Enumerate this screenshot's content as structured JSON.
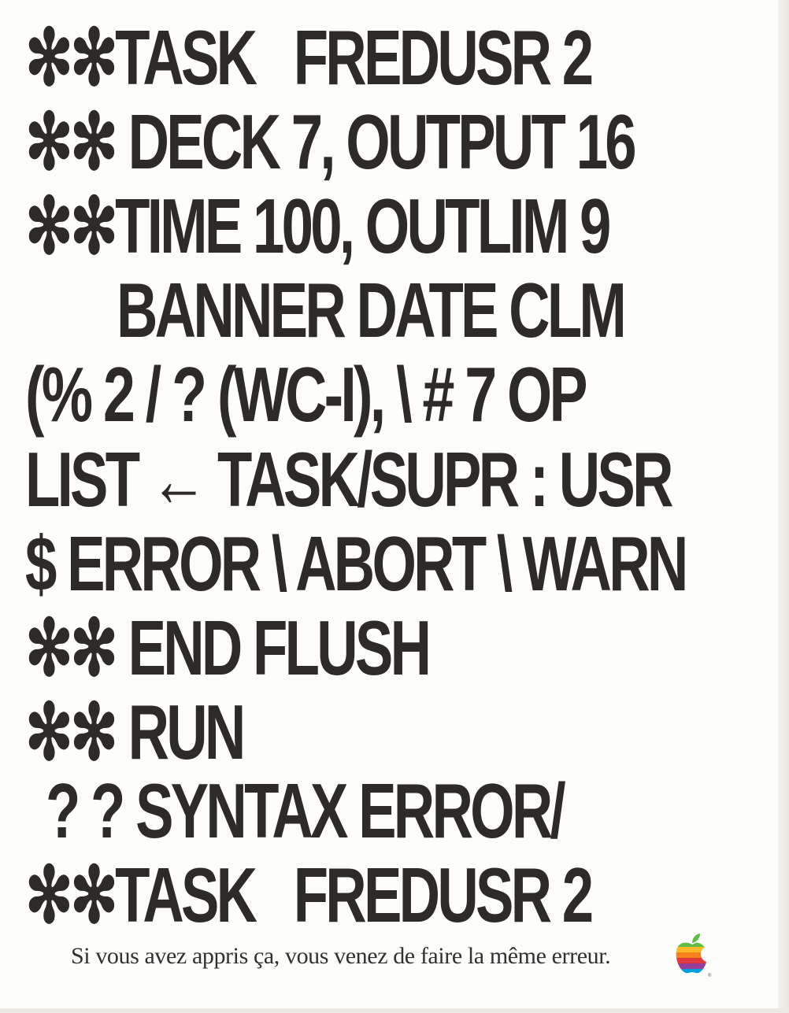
{
  "code_lines": [
    "✻✻TASK   FREDUSR 2",
    "✻✻ DECK 7, OUTPUT 16",
    "✻✻TIME 100, OUTLIM 9",
    "BANNER DATE CLM",
    "(% 2 / ? (WC-I), \\ # 7 OP",
    "LIST ← TASK/SUPR : USR",
    "$ ERROR \\ ABORT \\ WARN",
    "✻✻ END FLUSH",
    "✻✻ RUN",
    "? ? SYNTAX ERROR/",
    "✻✻TASK   FREDUSR 2"
  ],
  "tagline": "Si vous avez appris ça, vous venez de faire la même erreur.",
  "logo": {
    "icon": "apple-rainbow-logo",
    "registered_mark": "®",
    "colors": [
      "#61bb46",
      "#fdb827",
      "#f5821f",
      "#e03a3e",
      "#963d97",
      "#009ddc"
    ]
  },
  "text_color": "#2d2a28"
}
